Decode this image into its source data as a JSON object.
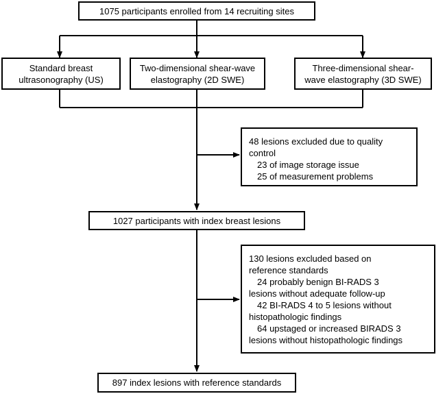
{
  "flowchart": {
    "enrolled": "1075 participants enrolled from 14 recruiting sites",
    "modalities": {
      "us_line1": "Standard breast",
      "us_line2": "ultrasonography (US)",
      "swe2d_line1": "Two-dimensional shear-wave",
      "swe2d_line2": "elastography (2D SWE)",
      "swe3d_line1": "Three-dimensional shear-",
      "swe3d_line2": "wave elastography (3D SWE)"
    },
    "exclusion1": {
      "title_line1": "48 lesions excluded due to quality",
      "title_line2": "control",
      "reason1": "23 of image storage issue",
      "reason2": "25 of measurement problems"
    },
    "participants_with_lesions": "1027 participants with index breast lesions",
    "exclusion2": {
      "title_line1": "130 lesions excluded based on",
      "title_line2": "reference standards",
      "reason1_line1": "24 probably benign BI-RADS 3",
      "reason1_line2": "lesions without adequate follow-up",
      "reason2_line1": "42 BI-RADS 4 to 5 lesions without",
      "reason2_line2": "histopathologic findings",
      "reason3_line1": "64 upstaged or increased BIRADS 3",
      "reason3_line2": "lesions without histopathologic findings"
    },
    "final": "897 index lesions with reference standards"
  }
}
